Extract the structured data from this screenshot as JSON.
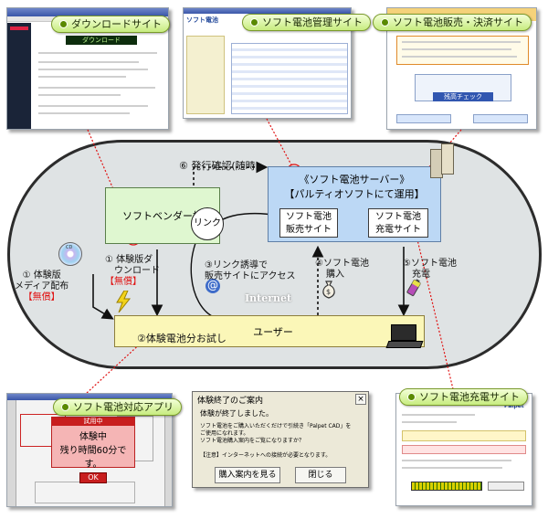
{
  "sites": {
    "download": "ダウンロードサイト",
    "management": "ソフト電池管理サイト",
    "sales": "ソフト電池販売・決済サイト",
    "app": "ソフト電池対応アプリ",
    "charge": "ソフト電池充電サイト"
  },
  "download_shot": {
    "header": "ダウンロード"
  },
  "management_shot": {
    "logo": "ソフト電池"
  },
  "charge_shot": {
    "logo": "Palpet"
  },
  "diagram": {
    "vendor": "ソフトベンダー様",
    "server_line1": "《ソフト電池サーバー》",
    "server_line2": "【パルティオソフトにて運用】",
    "sales_site_l1": "ソフト電池",
    "sales_site_l2": "販売サイト",
    "charge_site_l1": "ソフト電池",
    "charge_site_l2": "充電サイト",
    "link": "リンク",
    "user": "ユーザー",
    "internet": "Internet",
    "cd": "CD"
  },
  "steps": {
    "s1_media_l1": "① 体験版",
    "s1_media_l2": "メディア配布",
    "s1_media_free": "【無償】",
    "s1_dl_l1": "① 体験版ダ",
    "s1_dl_l2": "ウンロード",
    "s1_dl_free": "【無償】",
    "s2": "②体験電池分お試し",
    "s3_l1": "③リンク誘導で",
    "s3_l2": "販売サイトにアクセス",
    "s4_l1": "④ソフト電池",
    "s4_l2": "購入",
    "s5_l1": "⑤ソフト電池",
    "s5_l2": "充電",
    "s6": "⑥ 発行確認(随時)"
  },
  "app_shot": {
    "title": "試用中",
    "line1": "体験中",
    "line2": "残り時間60分です。",
    "ok": "OK"
  },
  "dialog": {
    "title": "体験終了のご案内",
    "close": "×",
    "msg1": "体験が終了しました。",
    "msg2": "ソフト電池をご購入いただくだけで引続き「Palpet CAD」を",
    "msg3": "ご使用になれます。",
    "msg4": "ソフト電池購入案内をご覧になりますか？",
    "msg5": "【注意】インターネットへの接続が必要となります。",
    "btn_view": "購入案内を見る",
    "btn_close": "閉じる"
  },
  "sales_shot": {
    "button": "残高チェック"
  }
}
